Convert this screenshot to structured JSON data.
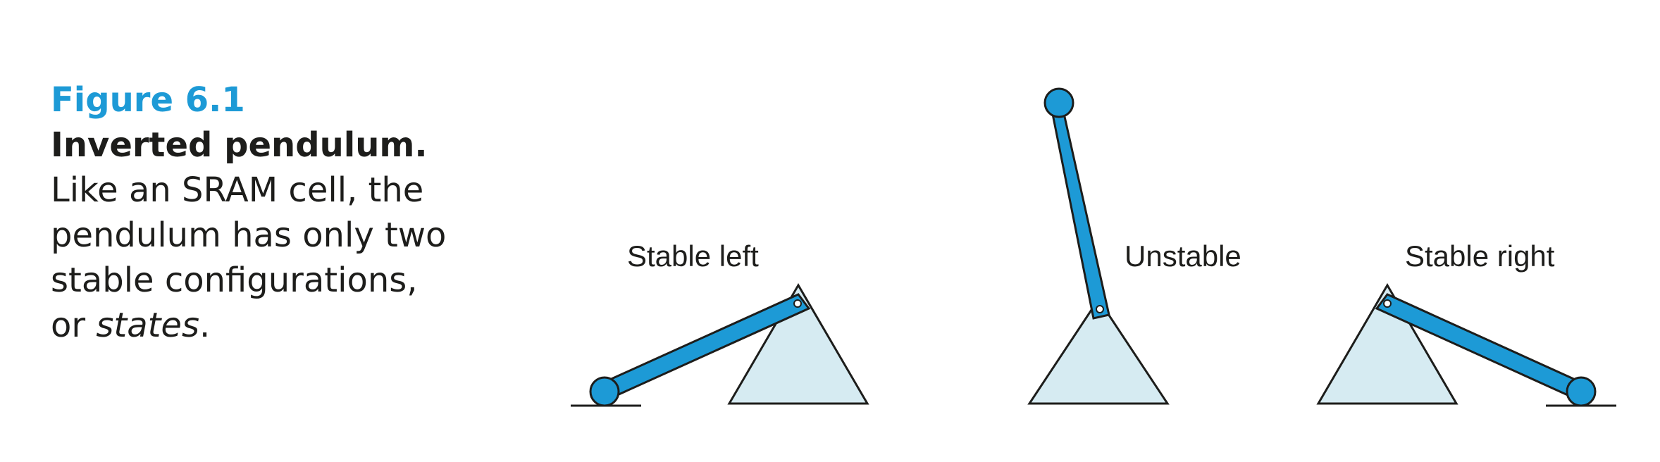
{
  "figure": {
    "label": "Figure 6.1",
    "title": "Inverted pendulum.",
    "body_before": "Like an SRAM cell, the pendulum has only two stable configurations, or ",
    "body_emphasis": "states",
    "body_after": "."
  },
  "states": [
    {
      "label": "Stable left"
    },
    {
      "label": "Unstable"
    },
    {
      "label": "Stable right"
    }
  ],
  "colors": {
    "accent": "#1d9ad6",
    "pendulum": "#1d9ad6",
    "base_fill": "#d6ebf2",
    "outline": "#1d1d1b",
    "text": "#1d1d1b"
  }
}
